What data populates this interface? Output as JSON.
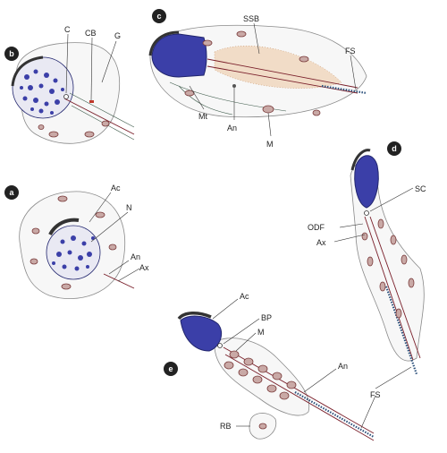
{
  "panels": {
    "a": {
      "letter": "a",
      "labels": {
        "ac": "Ac",
        "n": "N",
        "an": "An",
        "ax": "Ax"
      }
    },
    "b": {
      "letter": "b",
      "labels": {
        "c": "C",
        "cb": "CB",
        "g": "G"
      }
    },
    "c": {
      "letter": "c",
      "labels": {
        "ssb": "SSB",
        "fs": "FS",
        "mt": "Mt",
        "an": "An",
        "m": "M"
      }
    },
    "d": {
      "letter": "d",
      "labels": {
        "sc": "SC",
        "odf": "ODF",
        "ax": "Ax",
        "fs": "FS"
      }
    },
    "e": {
      "letter": "e",
      "labels": {
        "ac": "Ac",
        "bp": "BP",
        "m": "M",
        "an": "An",
        "rb": "RB"
      }
    }
  },
  "colors": {
    "nucleus": "#3b3fa8",
    "mitochondria": "#c9a9a6",
    "fibrous_sheath": "#2a4f7a",
    "axoneme": "#7a1f2a",
    "panel_badge": "#222222"
  }
}
